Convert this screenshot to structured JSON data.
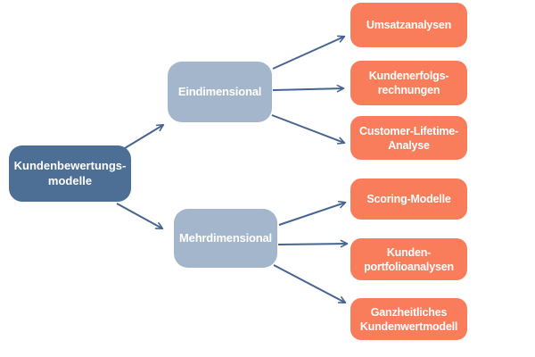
{
  "diagram": {
    "root": {
      "label": "Kundenbewertungs-\nmodelle"
    },
    "branches": [
      {
        "label": "Eindimensional"
      },
      {
        "label": "Mehrdimensional"
      }
    ],
    "leaves": [
      {
        "label": "Umsatzanalysen"
      },
      {
        "label": "Kundenerfolgs-\nrechnungen"
      },
      {
        "label": "Customer-Lifetime-\nAnalyse"
      },
      {
        "label": "Scoring-Modelle"
      },
      {
        "label": "Kunden-\nportfolioanalysen"
      },
      {
        "label": "Ganzheitliches\nKundenwertmodell"
      }
    ],
    "edges": [
      {
        "from": "Kundenbewertungs-modelle",
        "to": "Eindimensional"
      },
      {
        "from": "Kundenbewertungs-modelle",
        "to": "Mehrdimensional"
      },
      {
        "from": "Eindimensional",
        "to": "Umsatzanalysen"
      },
      {
        "from": "Eindimensional",
        "to": "Kundenerfolgs-rechnungen"
      },
      {
        "from": "Eindimensional",
        "to": "Customer-Lifetime-Analyse"
      },
      {
        "from": "Mehrdimensional",
        "to": "Scoring-Modelle"
      },
      {
        "from": "Mehrdimensional",
        "to": "Kunden-portfolioanalysen"
      },
      {
        "from": "Mehrdimensional",
        "to": "Ganzheitliches Kundenwertmodell"
      }
    ],
    "colors": {
      "root": "#4D6E95",
      "branch": "#A3B6CB",
      "leaf": "#F97C5B",
      "arrow": "#46648F",
      "text": "#FFFFFF",
      "background": "#FFFFFF"
    }
  }
}
